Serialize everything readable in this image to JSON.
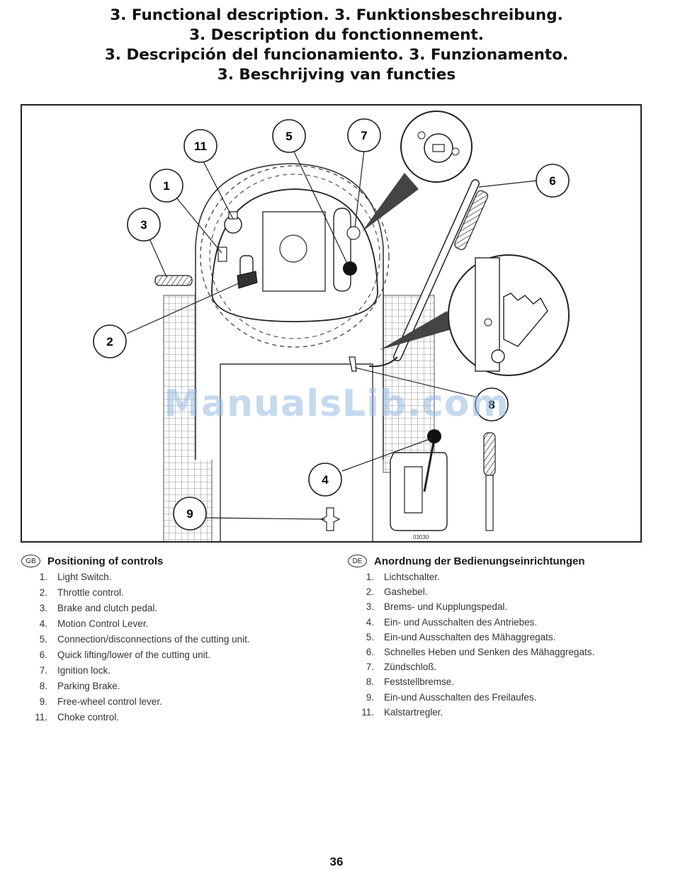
{
  "titles": [
    "3. Functional description.   3. Funktionsbeschreibung.",
    "3. Description du fonctionnement.",
    "3. Descripción del funcionamiento.   3. Funzionamento.",
    "3. Beschrijving van functies"
  ],
  "figure": {
    "callouts": [
      "11",
      "5",
      "7",
      "1",
      "3",
      "6",
      "2",
      "8",
      "4",
      "9"
    ],
    "code": "03030",
    "watermark": "ManualsLib.com"
  },
  "sections": [
    {
      "badge": "GB",
      "title": "Positioning of controls",
      "items": [
        {
          "num": "1.",
          "text": "Light Switch."
        },
        {
          "num": "2.",
          "text": "Throttle control."
        },
        {
          "num": "3.",
          "text": "Brake and clutch pedal."
        },
        {
          "num": "4.",
          "text": "Motion Control Lever."
        },
        {
          "num": "5.",
          "text": "Connection/disconnections of the cutting unit."
        },
        {
          "num": "6.",
          "text": "Quick lifting/lower of the cutting unit."
        },
        {
          "num": "7.",
          "text": "Ignition lock."
        },
        {
          "num": "8.",
          "text": "Parking Brake."
        },
        {
          "num": "9.",
          "text": "Free-wheel control lever."
        },
        {
          "num": "11.",
          "text": "Choke control."
        }
      ]
    },
    {
      "badge": "DE",
      "title": "Anordnung der Bedienungseinrichtungen",
      "items": [
        {
          "num": "1.",
          "text": "Lichtschalter."
        },
        {
          "num": "2.",
          "text": "Gashebel."
        },
        {
          "num": "3.",
          "text": "Brems- und Kupplungspedal."
        },
        {
          "num": "4.",
          "text": "Ein- und Ausschalten des Antriebes."
        },
        {
          "num": "5.",
          "text": "Ein-und Ausschalten des Mähaggregats."
        },
        {
          "num": "6.",
          "text": "Schnelles Heben und Senken des Mähaggregats."
        },
        {
          "num": "7.",
          "text": "Zündschloß."
        },
        {
          "num": "8.",
          "text": "Feststellbremse."
        },
        {
          "num": "9.",
          "text": "Ein-und Ausschalten des Freilaufes."
        },
        {
          "num": "11.",
          "text": "Kalstartregler."
        }
      ]
    }
  ],
  "page_number": "36"
}
